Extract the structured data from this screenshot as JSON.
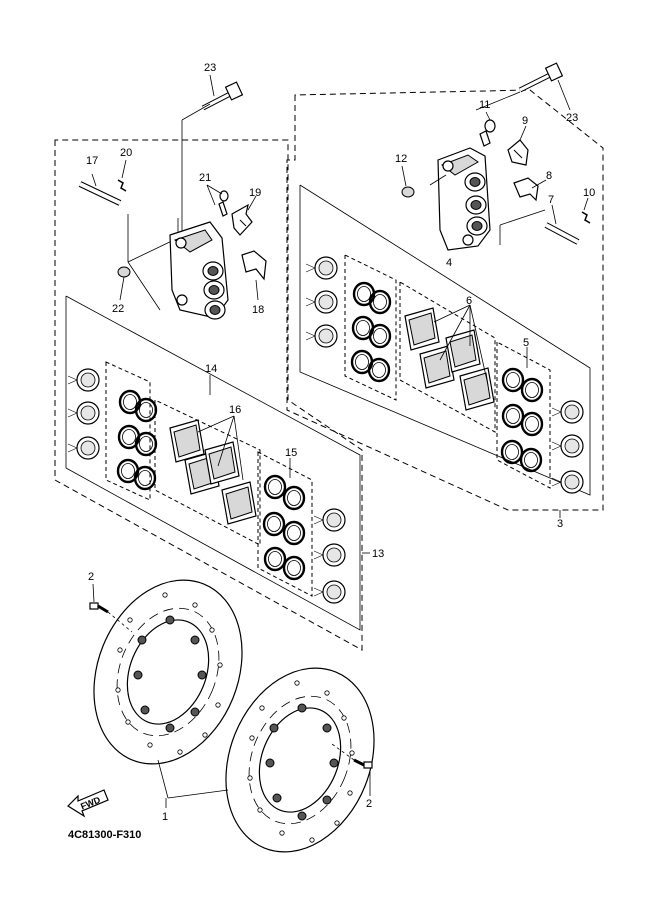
{
  "diagram_code": "4C81300-F310",
  "fwd_label": "FWD",
  "callouts": {
    "c1": "1",
    "c2a": "2",
    "c2b": "2",
    "c3": "3",
    "c4": "4",
    "c5": "5",
    "c6": "6",
    "c7": "7",
    "c8": "8",
    "c9": "9",
    "c10": "10",
    "c11": "11",
    "c12": "12",
    "c13": "13",
    "c14": "14",
    "c15": "15",
    "c16": "16",
    "c17": "17",
    "c18": "18",
    "c19": "19",
    "c20": "20",
    "c21": "21",
    "c22": "22",
    "c23a": "23",
    "c23b": "23"
  }
}
